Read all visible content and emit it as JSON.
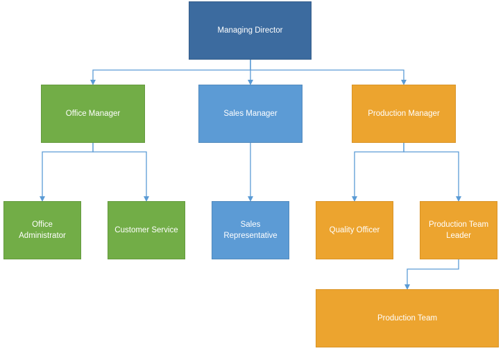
{
  "org_chart": {
    "managing_director": "Managing Director",
    "office_manager": "Office Manager",
    "sales_manager": "Sales Manager",
    "production_manager": "Production Manager",
    "office_administrator": "Office\nAdministrator",
    "customer_service": "Customer Service",
    "sales_representative": "Sales\nRepresentative",
    "quality_officer": "Quality Officer",
    "production_team_leader": "Production Team\nLeader",
    "production_team": "Production Team"
  },
  "colors": {
    "director": "#3c6b9f",
    "office": "#72ad47",
    "sales": "#5c9bd5",
    "production": "#eca42f",
    "connector": "#5b9bd5"
  }
}
